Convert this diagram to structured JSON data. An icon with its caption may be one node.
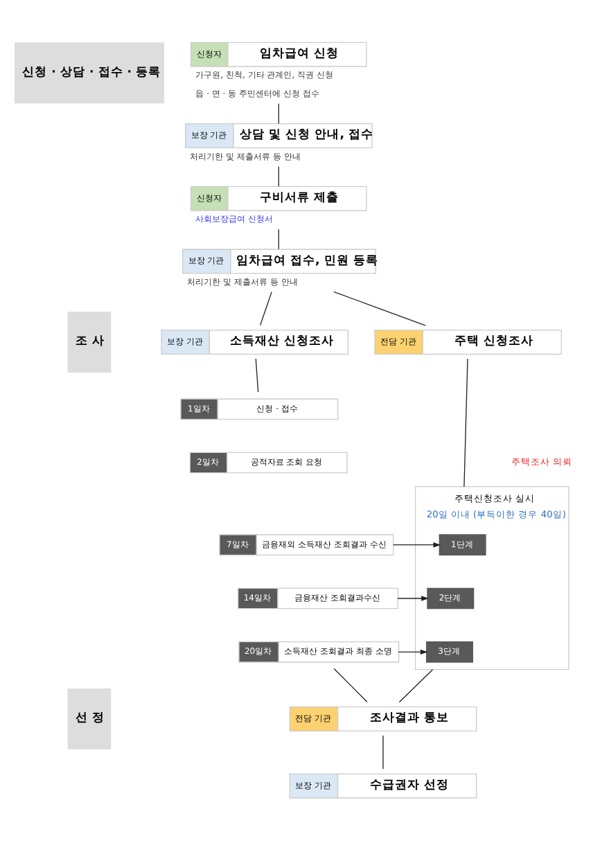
{
  "diagram": {
    "nodes": [
      {
        "text": [
          "신청 · 상담 · 접수 · 등록"
        ]
      },
      {
        "text": [
          "신청자",
          "임차급여 신청"
        ],
        "beside": [
          "가구원, 친척, 기타 관계인, 직권 신청",
          "읍 · 면 · 동 주민센터에 신청 접수"
        ]
      },
      {
        "text": [
          "보장 기관",
          "상담 및 신청 안내, 접수"
        ],
        "beside": [
          "처리기한 및 제출서류 등 안내"
        ]
      },
      {
        "text": [
          "신청자",
          "구비서류 제출"
        ],
        "beside": [
          "사회보장급여 신청서"
        ]
      },
      {
        "text": [
          "보장 기관",
          "임차급여 접수, 민원 등록"
        ],
        "beside": [
          "처리기한 및 제출서류 등 안내"
        ]
      },
      {
        "text": [
          "조 사"
        ]
      },
      {
        "text": [
          "보장 기관",
          "소득재산 신청조사"
        ]
      },
      {
        "text": [
          "전담 기관",
          "주택 신청조사"
        ]
      },
      {
        "text": [
          "1일차",
          "신청 · 접수"
        ]
      },
      {
        "text": [
          "2일차",
          "공적자료 조회 요청"
        ]
      },
      {
        "text": [
          "7일차",
          "금융재외 소득재산 조회결과 수신"
        ]
      },
      {
        "text": [
          "14일차",
          "금융재산 조회결과수신"
        ]
      },
      {
        "text": [
          "20일차",
          "소득재산 조회결과 최종 소명"
        ]
      },
      {
        "text": [
          "주택신청조사 실시",
          "20일 이내 (부득이한 경우 40일)"
        ]
      },
      {
        "text": [
          "1단계"
        ],
        "in": 13
      },
      {
        "text": [
          "2단계"
        ],
        "in": 13
      },
      {
        "text": [
          "3단계"
        ],
        "in": 13
      },
      {
        "text": [
          "선 정"
        ]
      },
      {
        "text": [
          "전담 기관",
          "조사결과 통보"
        ]
      },
      {
        "text": [
          "보장 기관",
          "수급권자 선정"
        ]
      }
    ],
    "edges": [
      {
        "from": 1,
        "to": 2,
        "arrow": "none"
      },
      {
        "from": 2,
        "to": 3,
        "arrow": "none"
      },
      {
        "from": 3,
        "to": 4,
        "arrow": "none"
      },
      {
        "from": 4,
        "to": 6,
        "arrow": "none"
      },
      {
        "from": 4,
        "to": 7,
        "arrow": "none"
      },
      {
        "from": 6,
        "to": 8,
        "arrow": "none"
      },
      {
        "from": 7,
        "to": 13,
        "arrow": "none"
      },
      {
        "from": 10,
        "to": 14,
        "arrow": "to"
      },
      {
        "from": 11,
        "to": 15,
        "arrow": "to"
      },
      {
        "from": 12,
        "to": 16,
        "arrow": "to"
      },
      {
        "from": 12,
        "to": 18,
        "arrow": "none"
      },
      {
        "from": 13,
        "to": 18,
        "arrow": "none"
      },
      {
        "from": 18,
        "to": 19,
        "arrow": "none"
      }
    ],
    "labels": [
      "주택조사 의뢰"
    ]
  }
}
